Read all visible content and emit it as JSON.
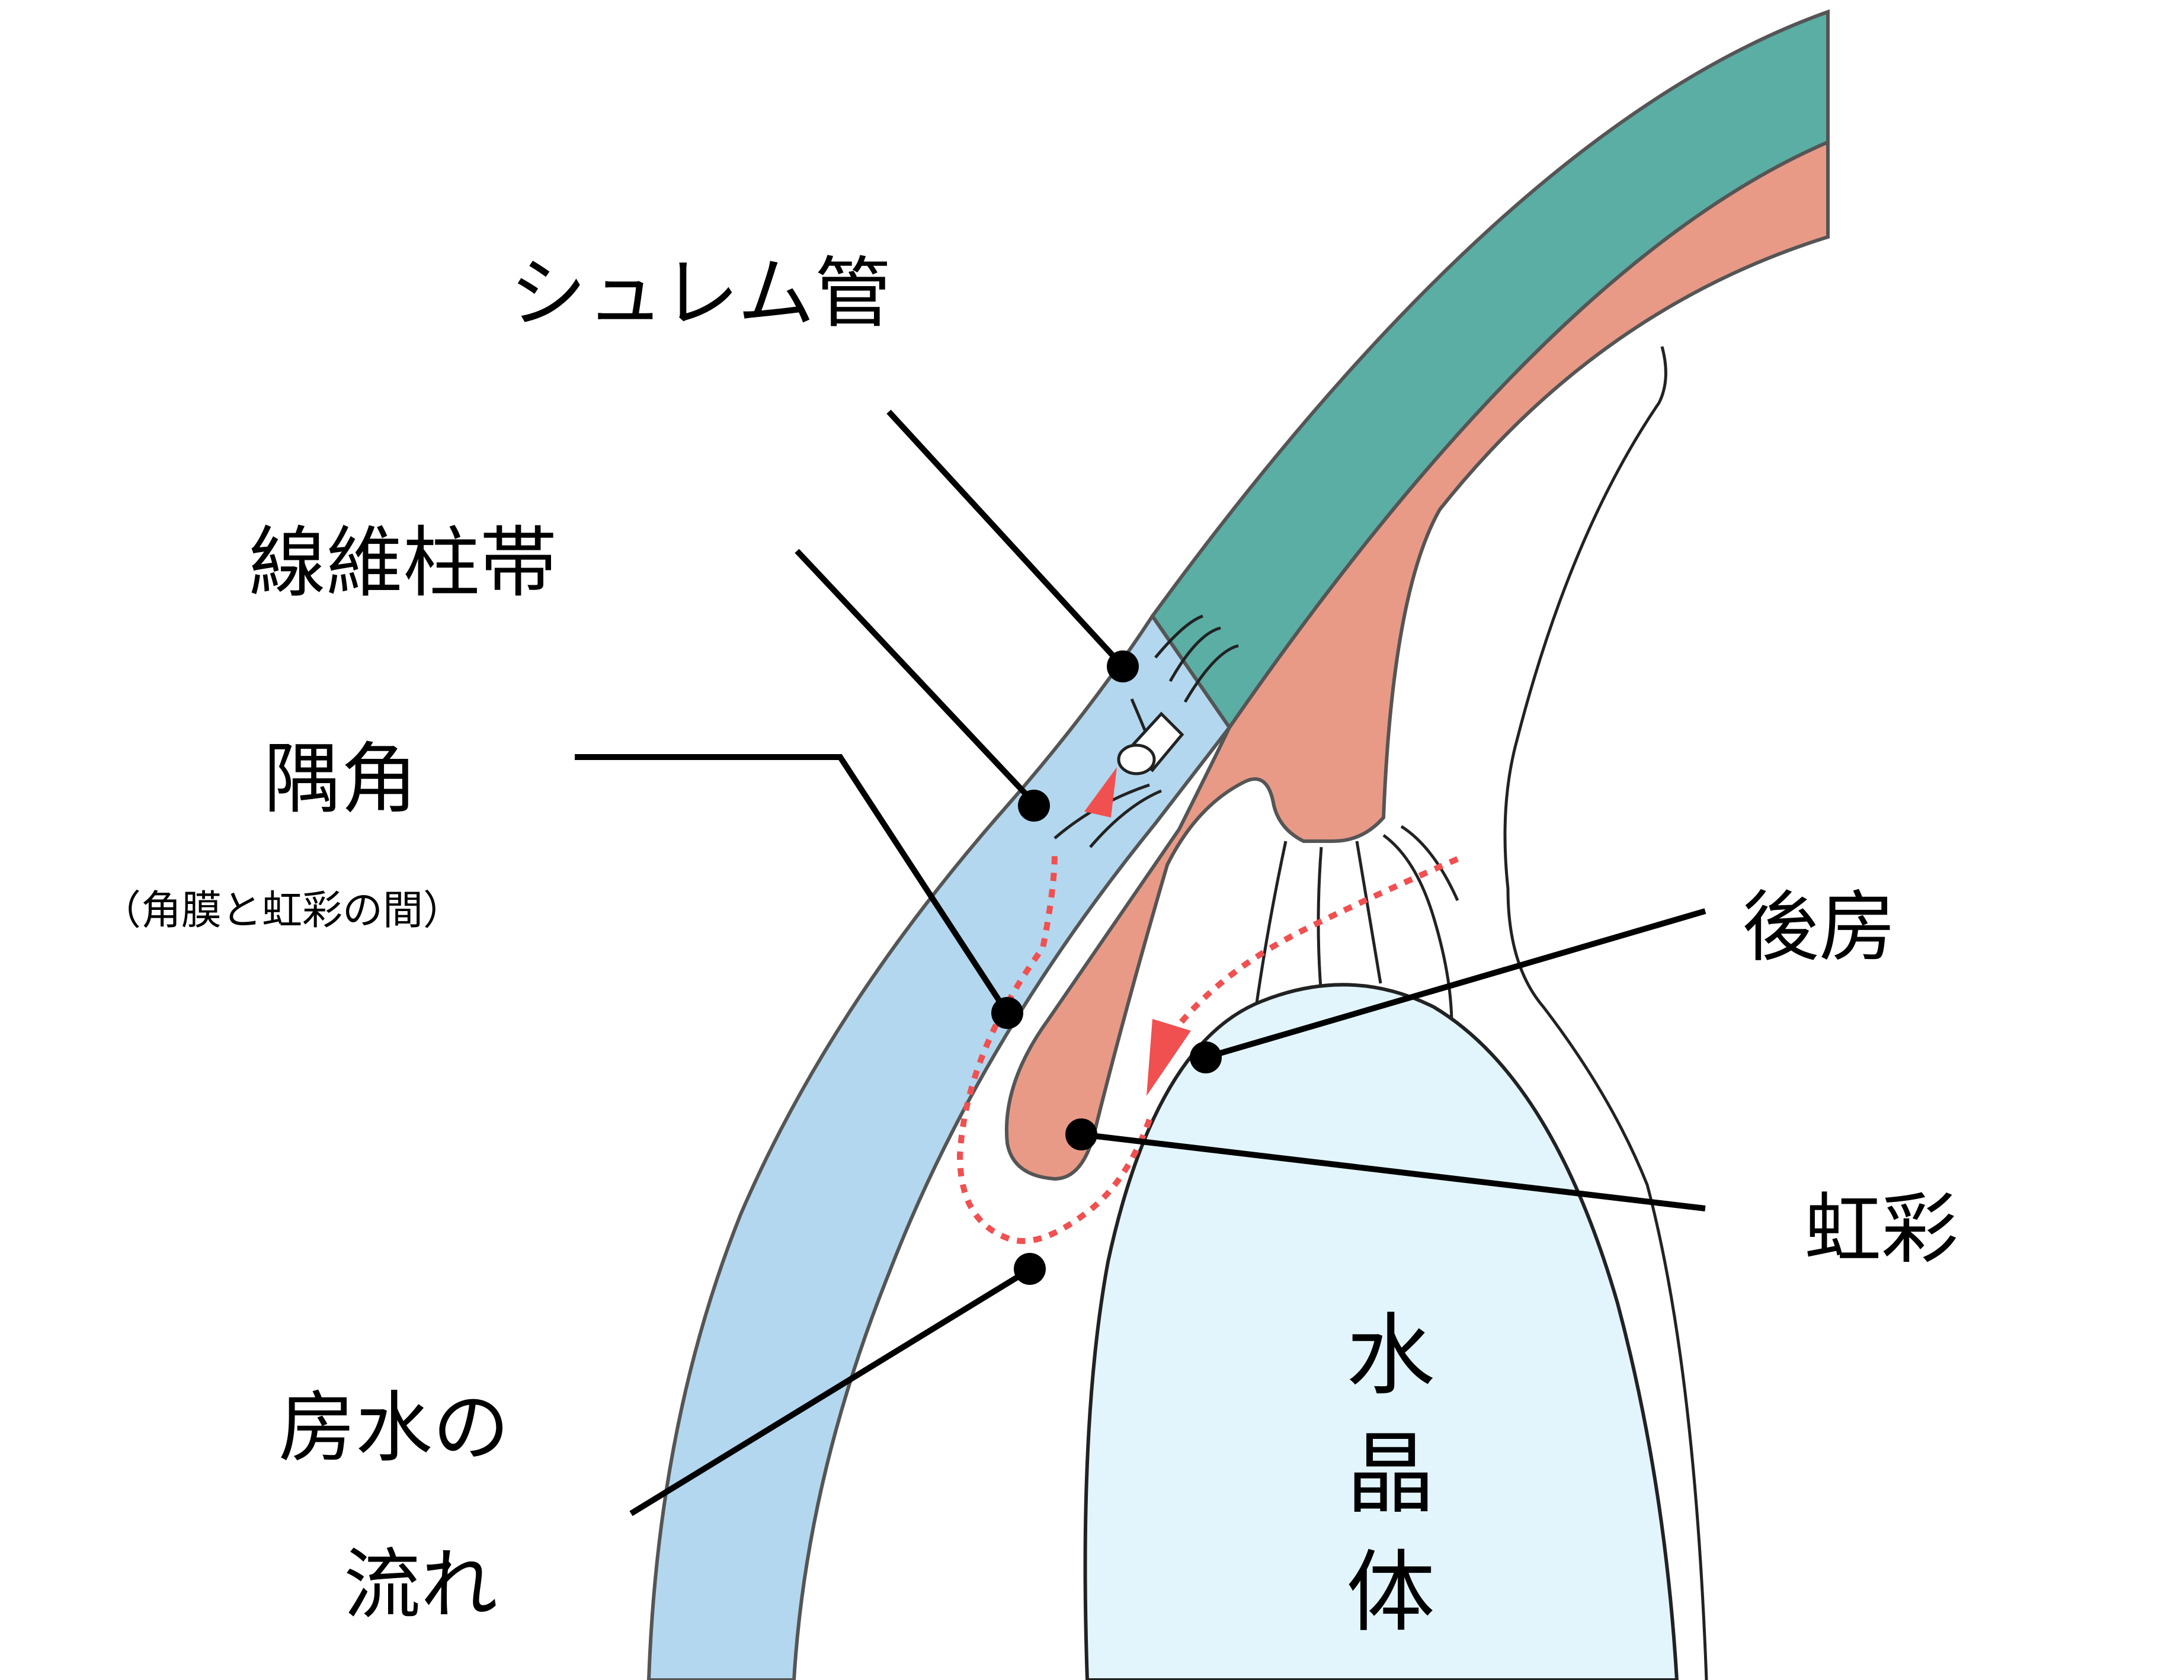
{
  "labels": {
    "schlemm": "シュレム管",
    "trabecular": "線維柱帯",
    "angle": "隅角",
    "angle_note": "（角膜と虹彩の間）",
    "aqueous_line1": "房水の",
    "aqueous_line2": "流れ",
    "posterior": "後房",
    "iris": "虹彩",
    "lens_1": "水",
    "lens_2": "晶",
    "lens_3": "体"
  },
  "colors": {
    "sclera": "#5aaea4",
    "iris": "#e89a87",
    "cornea": "#b3d7ee",
    "lens": "#e2f5fd",
    "flow_arrow": "#f05050",
    "outline": "#555555",
    "leader": "#000000"
  }
}
